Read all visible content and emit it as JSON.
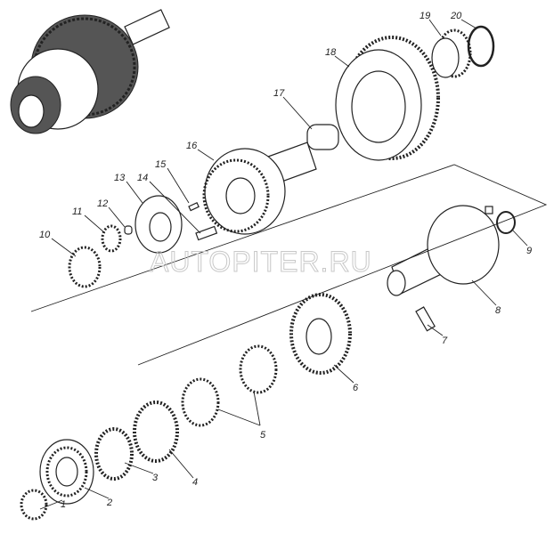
{
  "diagram": {
    "watermark": "AUTOPITER.RU",
    "part_labels": [
      "1",
      "2",
      "3",
      "4",
      "5",
      "6",
      "7",
      "8",
      "9",
      "10",
      "11",
      "12",
      "13",
      "14",
      "15",
      "16",
      "17",
      "18",
      "19",
      "20"
    ]
  }
}
